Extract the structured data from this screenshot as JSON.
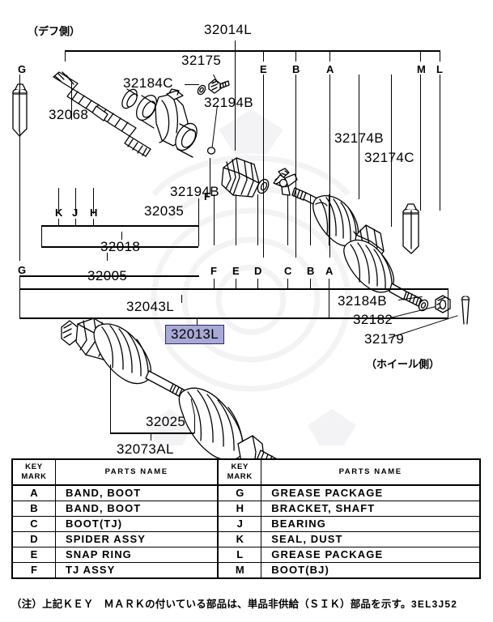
{
  "sheet": {
    "drawing_code": "3EL3J52",
    "footnote": "（注）上記ＫＥＹ　ＭＡＲＫの付いている部品は、単品非供給（ＳＩＫ）部品を示す。",
    "side_label_left": "（デフ側）",
    "side_label_right": "（ホイール側）",
    "highlight_color": "#a9a9d6",
    "highlight_border": "#2b2b6e"
  },
  "part_labels": {
    "p32014L": "32014L",
    "p32175": "32175",
    "p32184C": "32184C",
    "p32194B_top": "32194B",
    "p32068": "32068",
    "p32174B": "32174B",
    "p32174C": "32174C",
    "p32194B_mid": "32194B",
    "p32035": "32035",
    "p32018": "32018",
    "p32005": "32005",
    "p32043L": "32043L",
    "p32013L": "32013L",
    "p32184B": "32184B",
    "p32182": "32182",
    "p32179": "32179",
    "p32025": "32025",
    "p32073AL": "32073AL"
  },
  "key_marks": {
    "top_row": [
      "E",
      "B",
      "A",
      "M",
      "L"
    ],
    "left_g_top": "G",
    "left_g_bottom": "G",
    "group_row": [
      "K",
      "J",
      "H"
    ],
    "bottom_row": [
      "F",
      "E",
      "D",
      "C",
      "B",
      "A"
    ],
    "f_right": "F"
  },
  "legend": {
    "header_key": "KEY\nMARK",
    "header_key_line1": "KEY",
    "header_key_line2": "MARK",
    "header_parts": "PARTS NAME",
    "rows": [
      {
        "key_left": "A",
        "name_left": "BAND, BOOT",
        "key_right": "G",
        "name_right": "GREASE PACKAGE"
      },
      {
        "key_left": "B",
        "name_left": "BAND, BOOT",
        "key_right": "H",
        "name_right": "BRACKET, SHAFT"
      },
      {
        "key_left": "C",
        "name_left": "BOOT(TJ)",
        "key_right": "J",
        "name_right": "BEARING"
      },
      {
        "key_left": "D",
        "name_left": "SPIDER ASSY",
        "key_right": "K",
        "name_right": "SEAL, DUST"
      },
      {
        "key_left": "E",
        "name_left": "SNAP RING",
        "key_right": "L",
        "name_right": "GREASE PACKAGE"
      },
      {
        "key_left": "F",
        "name_left": "TJ ASSY",
        "key_right": "M",
        "name_right": "BOOT(BJ)"
      }
    ]
  }
}
